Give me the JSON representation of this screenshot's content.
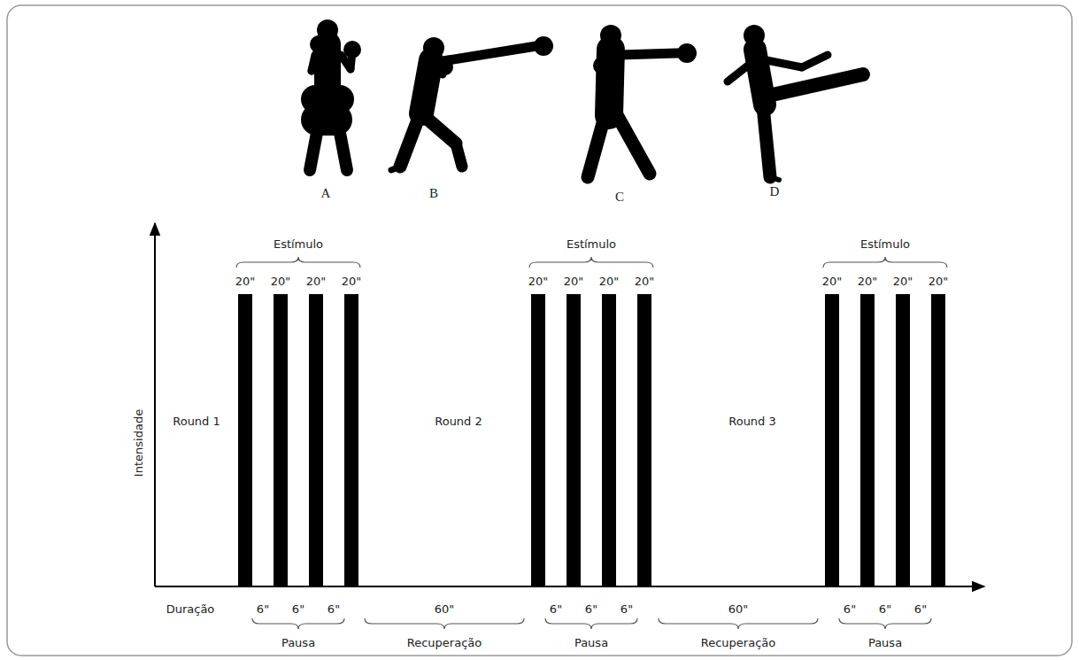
{
  "diagram": {
    "labels": [
      "A",
      "B",
      "C",
      "D",
      "Estímulo",
      "Estímulo",
      "Estímulo",
      "20\"",
      "20\"",
      "20\"",
      "20\"",
      "20\"",
      "20\"",
      "20\"",
      "20\"",
      "20\"",
      "20\"",
      "20\"",
      "20\"",
      "Intensidade",
      "Round 1",
      "Round 2",
      "Round 3",
      "Duração",
      "6\"",
      "6\"",
      "6\"",
      "60\"",
      "6\"",
      "6\"",
      "6\"",
      "60\"",
      "6\"",
      "6\"",
      "6\"",
      "Pausa",
      "Recuperação",
      "Pausa",
      "Recuperação",
      "Pausa"
    ]
  }
}
